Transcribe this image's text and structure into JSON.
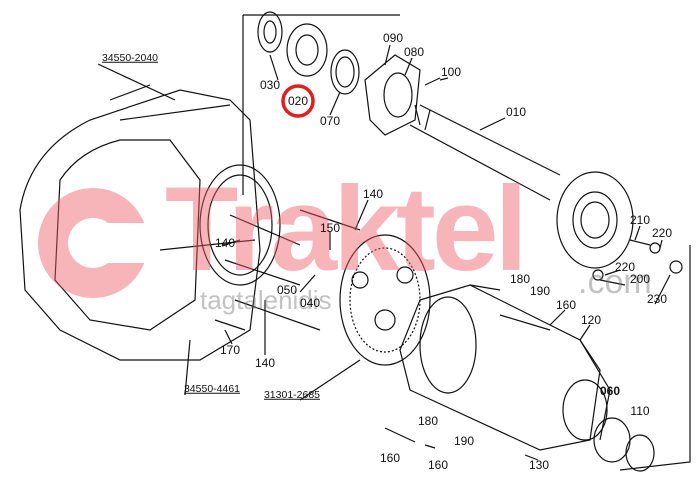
{
  "diagram": {
    "part_numbers": {
      "transmission_case": "34550-2040",
      "housing_assembly": "34550-4461",
      "planetary_assembly": "31301-2685"
    },
    "highlighted_part": "020",
    "highlight_color": "#e02020",
    "callouts": {
      "p030": "030",
      "p020": "020",
      "p070": "070",
      "p090": "090",
      "p080": "080",
      "p100": "100",
      "p010": "010",
      "p140a": "140",
      "p150": "150",
      "p140b": "140",
      "p050": "050",
      "p040": "040",
      "p140c": "140",
      "p170": "170",
      "p180a": "180",
      "p190a": "190",
      "p160a": "160",
      "p120": "120",
      "p210": "210",
      "p220a": "220",
      "p220b": "220",
      "p200": "200",
      "p230": "230",
      "p060": "060",
      "p110": "110",
      "p180b": "180",
      "p190b": "190",
      "p160b": "160",
      "p160c": "160",
      "p130": "130"
    }
  },
  "watermark": {
    "brand": "Traktel",
    "subtext": "tagtalenidis",
    "domain": ".com",
    "color": "#f05a64"
  }
}
